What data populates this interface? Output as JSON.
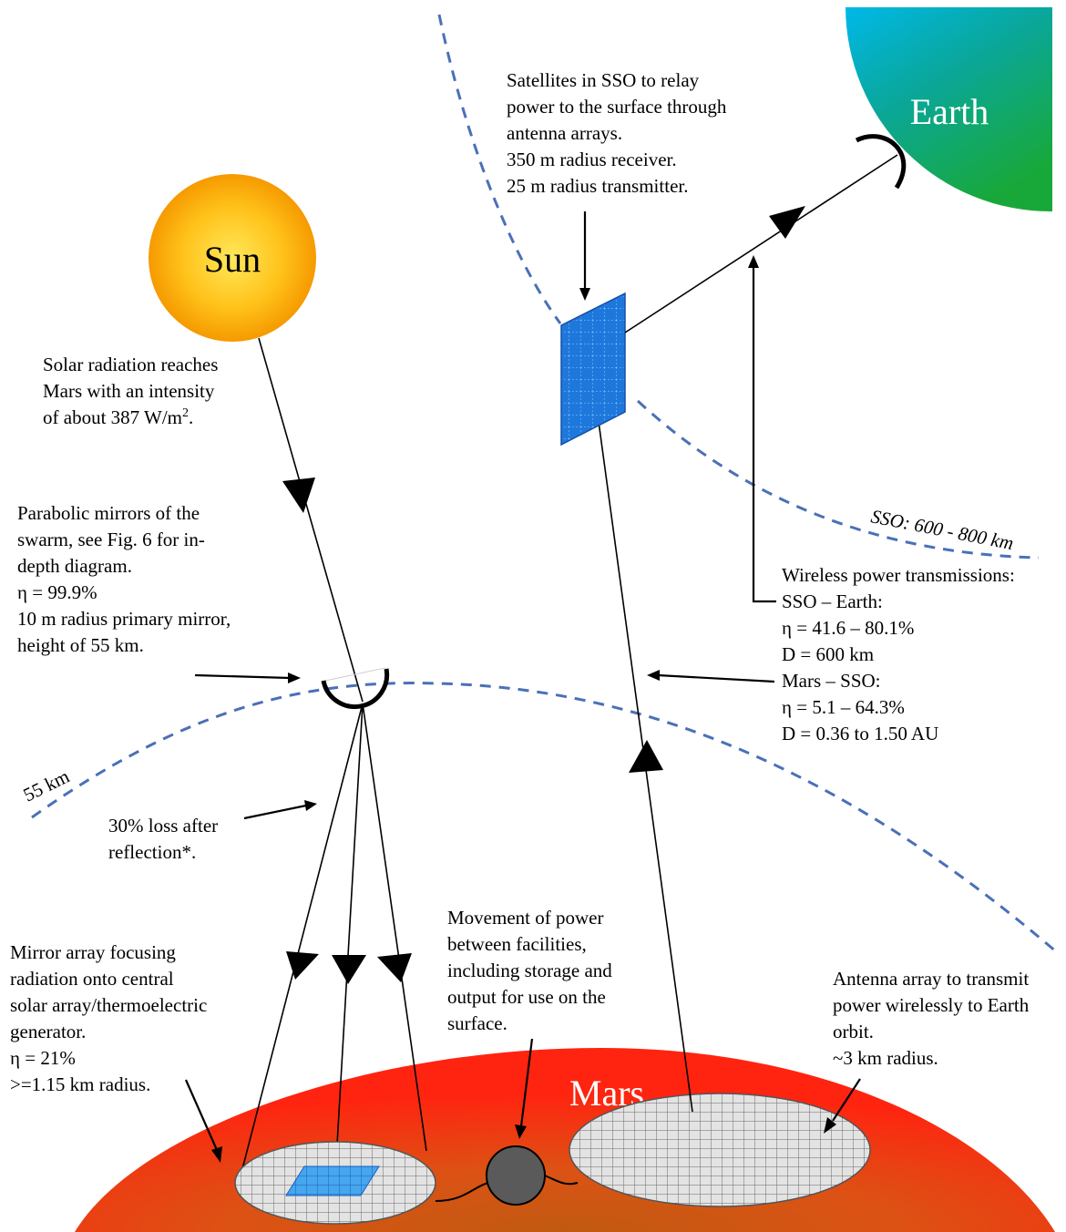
{
  "bodies": {
    "sun": "Sun",
    "earth": "Earth",
    "mars": "Mars"
  },
  "orbits": {
    "sso_label": "SSO: 600 - 800 km",
    "altitude_label": "55 km"
  },
  "annotations": {
    "satellites": [
      "Satellites in SSO to relay",
      "power to the surface through",
      "antenna arrays.",
      "350 m radius receiver.",
      "25 m radius transmitter."
    ],
    "solar_radiation": {
      "line1": "Solar radiation reaches",
      "line2": "Mars with an intensity",
      "line3_prefix": "of about 387 W/m",
      "line3_sup": "2",
      "line3_suffix": "."
    },
    "parabolic_mirrors": [
      "Parabolic mirrors of the",
      "swarm, see Fig. 6 for in-",
      "depth diagram.",
      "η = 99.9%",
      "10 m radius primary mirror,",
      "height of 55 km."
    ],
    "wireless": [
      "Wireless power transmissions:",
      "SSO – Earth:",
      "η = 41.6 – 80.1%",
      "D = 600 km",
      "Mars – SSO:",
      "η = 5.1 – 64.3%",
      "D = 0.36 to 1.50 AU"
    ],
    "loss": [
      "30% loss after",
      "reflection*."
    ],
    "movement": [
      "Movement of power",
      "between facilities,",
      "including storage and",
      "output for use on the",
      "surface."
    ],
    "mirror_array": [
      "Mirror array focusing",
      "radiation onto central",
      "solar array/thermoelectric",
      "generator.",
      "η = 21%",
      ">=1.15 km radius."
    ],
    "antenna_array": [
      "Antenna array to transmit",
      "power wirelessly to Earth",
      "orbit.",
      "~3 km radius."
    ]
  },
  "colors": {
    "orbit": "#4a70b8",
    "mars_edge": "#ff2a12",
    "mars_center": "#c8600e",
    "sun_outer": "#f59a00",
    "sun_inner": "#ffe24a",
    "earth_top": "#00b8e8",
    "earth_bottom": "#18a83a",
    "panel": "#1e78dc"
  }
}
